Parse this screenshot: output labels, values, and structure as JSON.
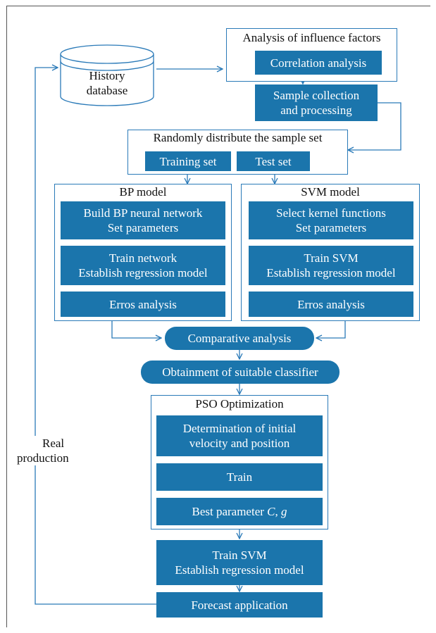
{
  "history_db": {
    "line1": "History",
    "line2": "database"
  },
  "influence": {
    "title": "Analysis of influence factors",
    "correlation": "Correlation analysis"
  },
  "sample": {
    "line1": "Sample collection",
    "line2": "and processing"
  },
  "distribute": {
    "title": "Randomly distribute the sample set",
    "training": "Training set",
    "test": "Test set"
  },
  "bp": {
    "title": "BP model",
    "build": {
      "line1": "Build BP neural network",
      "line2": "Set parameters"
    },
    "train": {
      "line1": "Train network",
      "line2": "Establish regression model"
    },
    "errors": "Erros analysis"
  },
  "svm": {
    "title": "SVM model",
    "select": {
      "line1": "Select kernel functions",
      "line2": "Set parameters"
    },
    "train": {
      "line1": "Train SVM",
      "line2": "Establish regression model"
    },
    "errors": "Erros analysis"
  },
  "comparative": "Comparative analysis",
  "obtainment": "Obtainment of suitable classifier",
  "pso": {
    "title": "PSO Optimization",
    "init": {
      "line1": "Determination of initial",
      "line2": "velocity and position"
    },
    "train": "Train",
    "best_prefix": "Best parameter ",
    "best_c": "C",
    "best_sep": ", ",
    "best_g": "g"
  },
  "final_train": {
    "line1": "Train SVM",
    "line2": "Establish regression model"
  },
  "forecast": "Forecast application",
  "feedback": {
    "line1": "Real",
    "line2": "production"
  }
}
